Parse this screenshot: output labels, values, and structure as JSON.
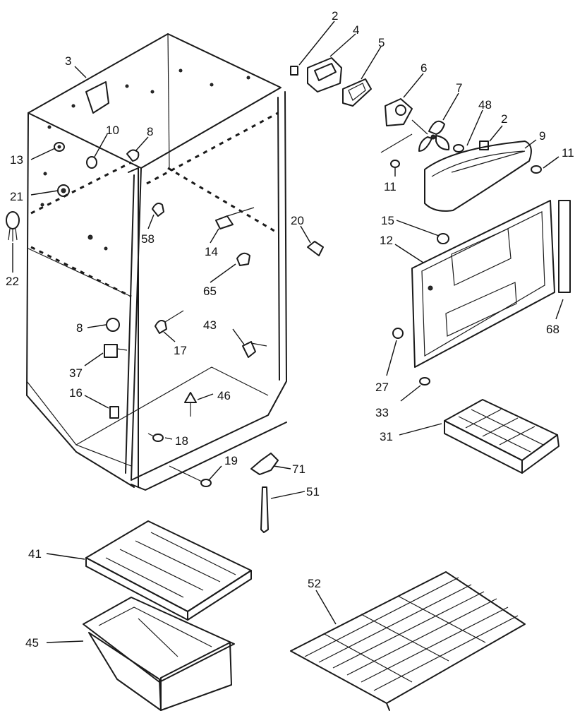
{
  "callouts": [
    {
      "id": "c3",
      "text": "3"
    },
    {
      "id": "c2a",
      "text": "2"
    },
    {
      "id": "c4",
      "text": "4"
    },
    {
      "id": "c5",
      "text": "5"
    },
    {
      "id": "c6",
      "text": "6"
    },
    {
      "id": "c7",
      "text": "7"
    },
    {
      "id": "c48",
      "text": "48"
    },
    {
      "id": "c2b",
      "text": "2"
    },
    {
      "id": "c9",
      "text": "9"
    },
    {
      "id": "c11a",
      "text": "11"
    },
    {
      "id": "c11b",
      "text": "11"
    },
    {
      "id": "c10",
      "text": "10"
    },
    {
      "id": "c8a",
      "text": "8"
    },
    {
      "id": "c13",
      "text": "13"
    },
    {
      "id": "c21",
      "text": "21"
    },
    {
      "id": "c22",
      "text": "22"
    },
    {
      "id": "c58",
      "text": "58"
    },
    {
      "id": "c14",
      "text": "14"
    },
    {
      "id": "c20",
      "text": "20"
    },
    {
      "id": "c15",
      "text": "15"
    },
    {
      "id": "c12",
      "text": "12"
    },
    {
      "id": "c65",
      "text": "65"
    },
    {
      "id": "c8b",
      "text": "8"
    },
    {
      "id": "c43",
      "text": "43"
    },
    {
      "id": "c17",
      "text": "17"
    },
    {
      "id": "c37",
      "text": "37"
    },
    {
      "id": "c68",
      "text": "68"
    },
    {
      "id": "c27",
      "text": "27"
    },
    {
      "id": "c16",
      "text": "16"
    },
    {
      "id": "c46",
      "text": "46"
    },
    {
      "id": "c33",
      "text": "33"
    },
    {
      "id": "c31",
      "text": "31"
    },
    {
      "id": "c18",
      "text": "18"
    },
    {
      "id": "c19",
      "text": "19"
    },
    {
      "id": "c71",
      "text": "71"
    },
    {
      "id": "c51",
      "text": "51"
    },
    {
      "id": "c41",
      "text": "41"
    },
    {
      "id": "c52",
      "text": "52"
    },
    {
      "id": "c45",
      "text": "45"
    }
  ]
}
